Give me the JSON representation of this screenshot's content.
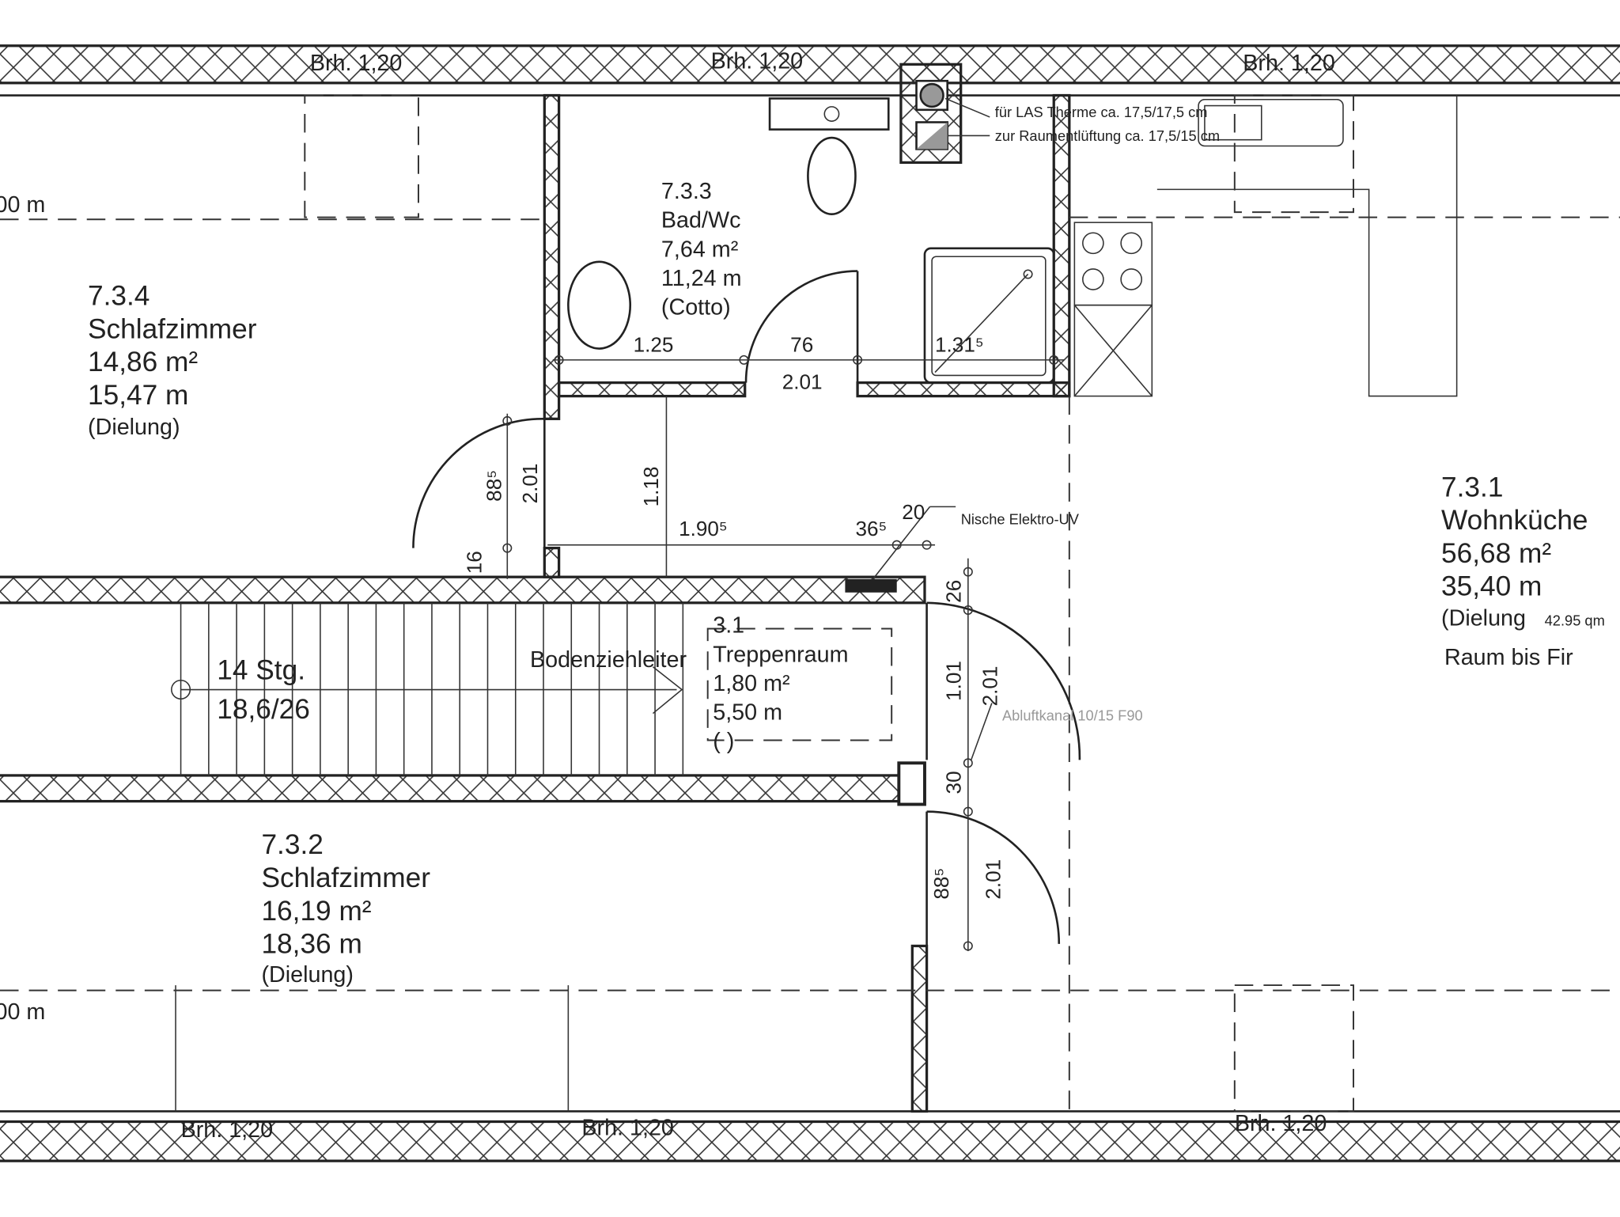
{
  "window_labels": {
    "top": [
      "Brh. 1,20",
      "Brh. 1,20",
      "Brh. 1,20"
    ],
    "bottom": [
      "Brh. 1,20",
      "Brh. 1,20",
      "Brh. 1,20"
    ]
  },
  "edge_labels": [
    "00 m",
    "00 m"
  ],
  "rooms": {
    "schlafzimmer_734": {
      "number": "7.3.4",
      "name": "Schlafzimmer",
      "area": "14,86 m²",
      "perimeter": "15,47 m",
      "floor": "(Dielung)"
    },
    "bad_733": {
      "number": "7.3.3",
      "name": "Bad/Wc",
      "area": "7,64 m²",
      "perimeter": "11,24 m",
      "floor": "(Cotto)"
    },
    "treppenraum_31": {
      "number": "3.1",
      "name": "Treppenraum",
      "area": "1,80 m²",
      "perimeter": "5,50 m",
      "floor": "(    )"
    },
    "schlafzimmer_732": {
      "number": "7.3.2",
      "name": "Schlafzimmer",
      "area": "16,19 m²",
      "perimeter": "18,36 m",
      "floor": "(Dielung)"
    },
    "wohnkueche_731": {
      "number": "7.3.1",
      "name": "Wohnküche",
      "area": "56,68 m²",
      "perimeter": "35,40 m",
      "floor": "(Dielung",
      "floor_note": "42.95 qm",
      "note": "Raum bis Fir"
    }
  },
  "stairs": {
    "steps": "14 Stg.",
    "ratio": "18,6/26",
    "ladder": "Bodenziehleiter"
  },
  "notes": {
    "chimney_1": "für LAS Therme ca. 17,5/17,5 cm",
    "chimney_2": "zur Raumentlüftung ca. 17,5/15 cm",
    "niche": "Nische Elektro-UV",
    "exhaust": "Abluftkanal 10/15 F90"
  },
  "dimensions": {
    "bath_left": "1.25",
    "bath_door": "76",
    "bath_right": "1.31⁵",
    "bath_door_height": "2.01",
    "door_734_width": "88⁵",
    "door_734_height": "2.01",
    "hall_depth": "1.18",
    "wall_16": "16",
    "hall_length": "1.90⁵",
    "niche_width": "36⁵",
    "niche_20": "20",
    "wall_26": "26",
    "door_31_width": "1.01",
    "door_31_height": "2.01",
    "wall_30": "30",
    "door_732_width": "88⁵",
    "door_732_height": "2.01"
  }
}
